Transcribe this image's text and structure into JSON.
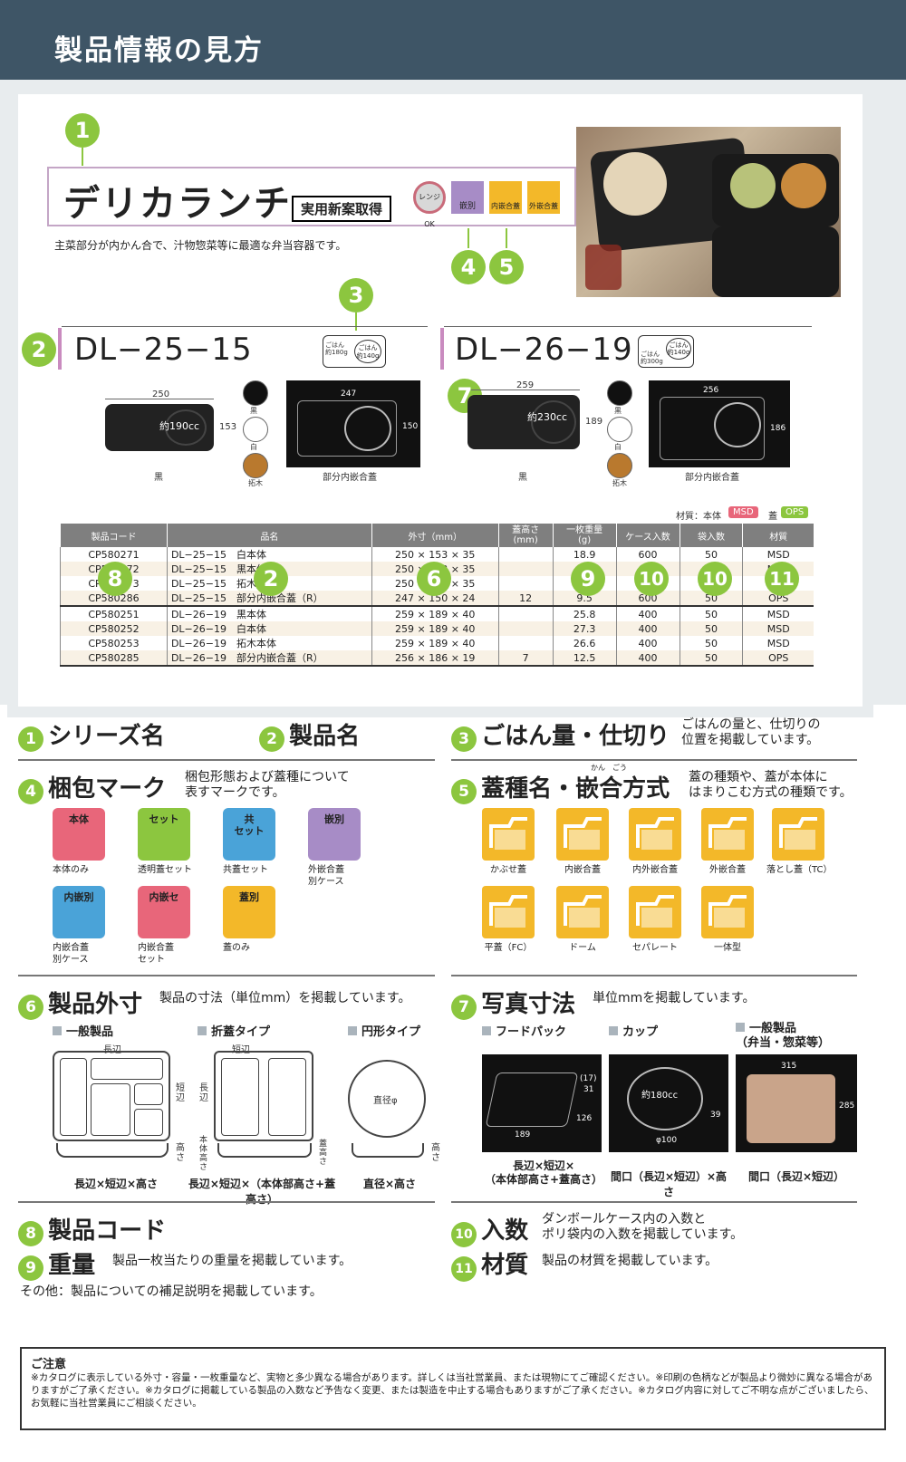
{
  "header": {
    "title": "製品情報の見方"
  },
  "sample": {
    "series_name": "デリカランチ",
    "patent_badge": "実用新案取得",
    "marks": [
      "レンジOK",
      "嵌別",
      "内嵌合蓋",
      "外嵌合蓋"
    ],
    "description": "主菜部分が内かん合で、汁物惣菜等に最適な弁当容器です。",
    "markers": [
      "1",
      "2",
      "3",
      "4",
      "5",
      "6",
      "7",
      "8",
      "9",
      "10",
      "11"
    ],
    "products": [
      {
        "code": "DL−25−15",
        "rice": "ごはん\n約180g",
        "rice2": "ごはん\n約140g",
        "width": "250",
        "depth": "153",
        "capacity": "約190cc",
        "photo_label": "黒",
        "lid_w": "247",
        "lid_d": "150",
        "lid_label": "部分内嵌合蓋",
        "colors": [
          "黒",
          "白",
          "拓木"
        ]
      },
      {
        "code": "DL−26−19",
        "rice": "ごはん\n約300g",
        "rice2": "ごはん\n約140g",
        "width": "259",
        "depth": "189",
        "capacity": "約230cc",
        "photo_label": "黒",
        "lid_w": "256",
        "lid_d": "186",
        "lid_label": "部分内嵌合蓋",
        "colors": [
          "黒",
          "白",
          "拓木"
        ]
      }
    ],
    "material_note": "材質：本体",
    "material_body": "MSD",
    "material_lid_label": "蓋",
    "material_lid": "OPS",
    "table": {
      "headers": [
        "製品コード",
        "品名",
        "外寸（mm）",
        "蓋高さ\n(mm)",
        "一枚重量\n(g)",
        "ケース入数",
        "袋入数",
        "材質"
      ],
      "rows": [
        [
          "CP580271",
          "DL−25−15　白本体",
          "250 × 153 × 35",
          "",
          "18.9",
          "600",
          "50",
          "MSD"
        ],
        [
          "CP580272",
          "DL−25−15　黒本体",
          "250 × 153 × 35",
          "",
          "",
          "600",
          "50",
          "MSD"
        ],
        [
          "CP580273",
          "DL−25−15　拓木本体",
          "250 × 153 × 35",
          "",
          "",
          "600",
          "50",
          "MSD"
        ],
        [
          "CP580286",
          "DL−25−15　部分内嵌合蓋（R）",
          "247 × 150 × 24",
          "12",
          "9.5",
          "600",
          "50",
          "OPS"
        ],
        [
          "CP580251",
          "DL−26−19　黒本体",
          "259 × 189 × 40",
          "",
          "25.8",
          "400",
          "50",
          "MSD"
        ],
        [
          "CP580252",
          "DL−26−19　白本体",
          "259 × 189 × 40",
          "",
          "27.3",
          "400",
          "50",
          "MSD"
        ],
        [
          "CP580253",
          "DL−26−19　拓木本体",
          "259 × 189 × 40",
          "",
          "26.6",
          "400",
          "50",
          "MSD"
        ],
        [
          "CP580285",
          "DL−26−19　部分内嵌合蓋（R）",
          "256 × 186 × 19",
          "7",
          "12.5",
          "400",
          "50",
          "OPS"
        ]
      ]
    }
  },
  "legend": {
    "s1": {
      "num": "1",
      "title": "シリーズ名"
    },
    "s2": {
      "num": "2",
      "title": "製品名"
    },
    "s3": {
      "num": "3",
      "title": "ごはん量・仕切り",
      "desc": "ごはんの量と、仕切りの\n位置を掲載しています。"
    },
    "s4": {
      "num": "4",
      "title": "梱包マーク",
      "desc": "梱包形態および蓋種について\n表すマークです。",
      "marks": [
        {
          "icon": "本体",
          "label": "本体のみ",
          "color": "#e8667a"
        },
        {
          "icon": "セット",
          "label": "透明蓋セット",
          "color": "#8cc63f"
        },
        {
          "icon": "共\nセット",
          "label": "共蓋セット",
          "color": "#4aa3d8"
        },
        {
          "icon": "嵌別",
          "label": "外嵌合蓋\n別ケース",
          "color": "#a78cc6"
        },
        {
          "icon": "内嵌別",
          "label": "内嵌合蓋\n別ケース",
          "color": "#4aa3d8"
        },
        {
          "icon": "内嵌セ",
          "label": "内嵌合蓋\nセット",
          "color": "#e8667a"
        },
        {
          "icon": "蓋別",
          "label": "蓋のみ",
          "color": "#f3b829"
        }
      ]
    },
    "s5": {
      "num": "5",
      "title": "蓋種名・嵌合方式",
      "ruby": "かん　ごう",
      "desc": "蓋の種類や、蓋が本体に\nはまりこむ方式の種類です。",
      "types": [
        "かぶせ蓋",
        "内嵌合蓋",
        "内外嵌合蓋",
        "外嵌合蓋",
        "落とし蓋（TC）",
        "平蓋（FC）",
        "ドーム",
        "セパレート",
        "一体型"
      ]
    },
    "s6": {
      "num": "6",
      "title": "製品外寸",
      "desc": "製品の寸法（単位mm）を掲載しています。",
      "types": [
        {
          "name": "一般製品",
          "labels": [
            "長辺",
            "短辺",
            "高さ"
          ],
          "caption": "長辺×短辺×高さ"
        },
        {
          "name": "折蓋タイプ",
          "labels": [
            "短辺",
            "長辺",
            "本体高さ",
            "蓋高さ"
          ],
          "caption": "長辺×短辺×（本体部高さ+蓋高さ）"
        },
        {
          "name": "円形タイプ",
          "labels": [
            "直径φ",
            "高さ"
          ],
          "caption": "直径×高さ"
        }
      ]
    },
    "s7": {
      "num": "7",
      "title": "写真寸法",
      "desc": "単位mmを掲載しています。",
      "types": [
        {
          "name": "フードパック",
          "dims": [
            "(17)",
            "31",
            "126",
            "189"
          ],
          "caption": "長辺×短辺×\n（本体部高さ+蓋高さ）"
        },
        {
          "name": "カップ",
          "dims": [
            "約180cc",
            "39",
            "φ100"
          ],
          "caption": "間口（長辺×短辺）×高さ"
        },
        {
          "name": "一般製品\n（弁当・惣菜等）",
          "dims": [
            "315",
            "285"
          ],
          "caption": "間口（長辺×短辺）"
        }
      ]
    },
    "s8": {
      "num": "8",
      "title": "製品コード"
    },
    "s9": {
      "num": "9",
      "title": "重量",
      "desc": "製品一枚当たりの重量を掲載しています。"
    },
    "s10": {
      "num": "10",
      "title": "入数",
      "desc": "ダンボールケース内の入数と\nポリ袋内の入数を掲載しています。"
    },
    "s11": {
      "num": "11",
      "title": "材質",
      "desc": "製品の材質を掲載しています。"
    },
    "other": "その他：製品についての補足説明を掲載しています。"
  },
  "notice": {
    "title": "ご注意",
    "body": "※カタログに表示している外寸・容量・一枚重量など、実物と多少異なる場合があります。詳しくは当社営業員、または現物にてご確認ください。※印刷の色柄などが製品より微妙に異なる場合がありますがご了承ください。※カタログに掲載している製品の入数など予告なく変更、または製造を中止する場合もありますがご了承ください。※カタログ内容に対してご不明な点がございましたら、お気軽に当社営業員にご相談ください。"
  }
}
